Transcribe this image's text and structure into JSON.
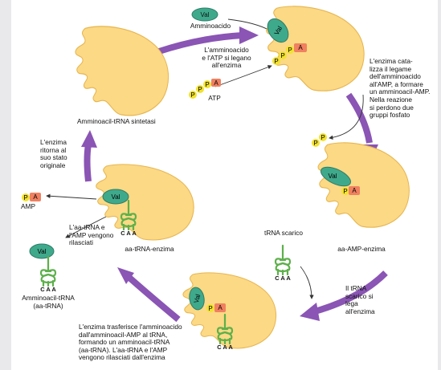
{
  "colors": {
    "enzyme": "#fbd985",
    "enzyme_edge": "#e7b54f",
    "amino_acid": "#3fa98c",
    "amp": "#f08060",
    "phosphate": "#f2e22e",
    "trna": "#5db04a",
    "arrow": "#8a55b4"
  },
  "labels": {
    "amminoacido": "Amminoacido",
    "atp": "ATP",
    "legano": "L'amminoacido\ne l'ATP si legano\nall'enzima",
    "catalizza": "L'enzima cata-\nlizza il legame\ndell'amminoacido\nall'AMP, a formare\nun amminoacil-AMP.\nNella reazione\nsi perdono due\ngruppi fosfato",
    "sintetasi": "Amminoacil-tRNA sintetasi",
    "ritorna": "L'enzima\nritorna al\nsuo stato\noriginale",
    "amp": "AMP",
    "rilasciati": "L'aa-tRNA e\nl'AMP vengono\nrilasciati",
    "aa_trna_enzima": "aa-tRNA-enzima",
    "trna_scarico": "tRNA scarico",
    "aa_amp_enzima": "aa-AMP-enzima",
    "si_lega": "Il tRNA\nscarico si\nlega\nall'enzima",
    "amminoacil_trna": "Amminoacil-tRNA\n(aa-tRNA)",
    "trasferisce": "L'enzima trasferisce l'amminoacido\ndall'amminoacil-AMP al tRNA,\nformando un amminoacil-tRNA\n(aa-tRNA). L'aa-tRNA e l'AMP\nvengono rilasciati dall'enzima"
  },
  "mols": {
    "val": "Val",
    "p": "P",
    "a": "A",
    "caa": "C A A"
  }
}
